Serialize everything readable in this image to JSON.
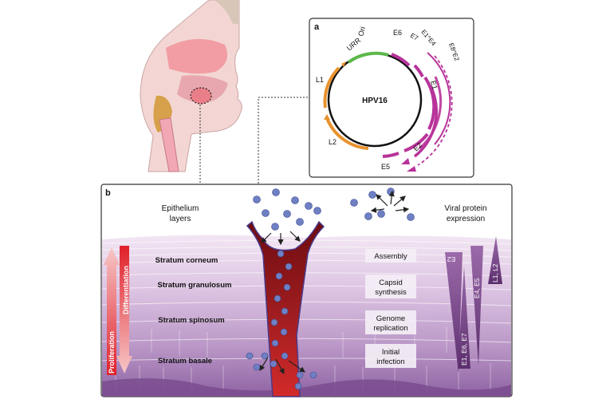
{
  "panel_a": {
    "letter": "a",
    "center_label": "HPV16",
    "regions": {
      "ori": "Ori",
      "urr": "URR",
      "l1": "L1",
      "l2": "L2",
      "e6": "E6",
      "e7": "E7",
      "e1e4": "E1^E4",
      "e8e2": "E8^E2",
      "e1": "E1",
      "e2": "E2",
      "e5": "E5"
    }
  },
  "panel_b": {
    "letter": "b",
    "epithelium_title_1": "Epithelium",
    "epithelium_title_2": "layers",
    "viral_expr_1": "Viral protein",
    "viral_expr_2": "expression",
    "layers": {
      "corneum": "Stratum corneum",
      "granulosum": "Stratum granulosum",
      "spinosum": "Stratum spinosum",
      "basale": "Stratum basale"
    },
    "arrows": {
      "proliferation": "Proliferation",
      "differentiation": "Differentiation"
    },
    "stages": {
      "assembly": "Assembly",
      "capsid_1": "Capsid",
      "capsid_2": "synthesis",
      "genome_1": "Genome",
      "genome_2": "replication",
      "initial_1": "Initial",
      "initial_2": "infection"
    },
    "proteins": {
      "e2": "E2",
      "e1e6e7": "E1, E6, E7",
      "e4e5": "E4, E5",
      "l1l2": "L1, L2"
    }
  },
  "colors": {
    "orange": "#e8922e",
    "green": "#5cb84a",
    "magenta": "#b8339a",
    "dark_red": "#8c1418",
    "purple_dark": "#6b3a7e",
    "virion": "#6f7fc4"
  }
}
